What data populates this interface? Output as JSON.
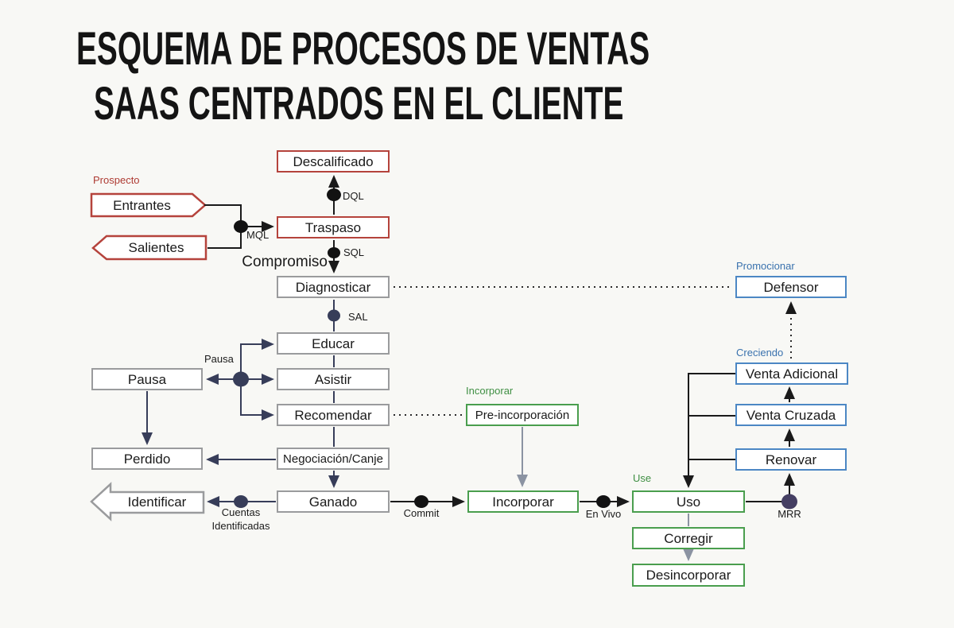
{
  "title": {
    "line1": "ESQUEMA DE PROCESOS DE VENTAS",
    "line2": "SAAS CENTRADOS EN EL CLIENTE"
  },
  "nodes": {
    "descalificado": "Descalificado",
    "entrantes": "Entrantes",
    "salientes": "Salientes",
    "traspaso": "Traspaso",
    "diagnosticar": "Diagnosticar",
    "educar": "Educar",
    "asistir": "Asistir",
    "recomendar": "Recomendar",
    "pausa": "Pausa",
    "perdido": "Perdido",
    "negociacion": "Negociación/Canje",
    "identificar": "Identificar",
    "ganado": "Ganado",
    "preincorporacion": "Pre-incorporación",
    "incorporar": "Incorporar",
    "uso": "Uso",
    "corregir": "Corregir",
    "desincorporar": "Desincorporar",
    "defensor": "Defensor",
    "venta_adicional": "Venta Adicional",
    "venta_cruzada": "Venta Cruzada",
    "renovar": "Renovar"
  },
  "labels": {
    "prospecto": "Prospecto",
    "mql": "MQL",
    "dql": "DQL",
    "sql": "SQL",
    "sal": "SAL",
    "compromiso": "Compromiso",
    "pausa_small": "Pausa",
    "cuentas": "Cuentas\nIdentificadas",
    "commit": "Commit",
    "en_vivo": "En Vivo",
    "mrr": "MRR",
    "incorporar_stage": "Incorporar",
    "use_stage": "Use",
    "promocionar": "Promocionar",
    "creciendo": "Creciendo"
  },
  "colors": {
    "background": "#f8f8f5",
    "box_fill": "#ffffff",
    "text_black": "#1a1a1a",
    "prospect_red": "#b5433c",
    "label_red": "#ae3b33",
    "neutral_gray_border": "#9a9b9d",
    "onboard_green": "#4a9e4e",
    "label_green": "#3f8f43",
    "grow_blue": "#4c87c4",
    "label_blue": "#3a72ae",
    "connector_black": "#1a1a1a",
    "connector_navy": "#373d59",
    "connector_gray": "#8b93a2"
  }
}
